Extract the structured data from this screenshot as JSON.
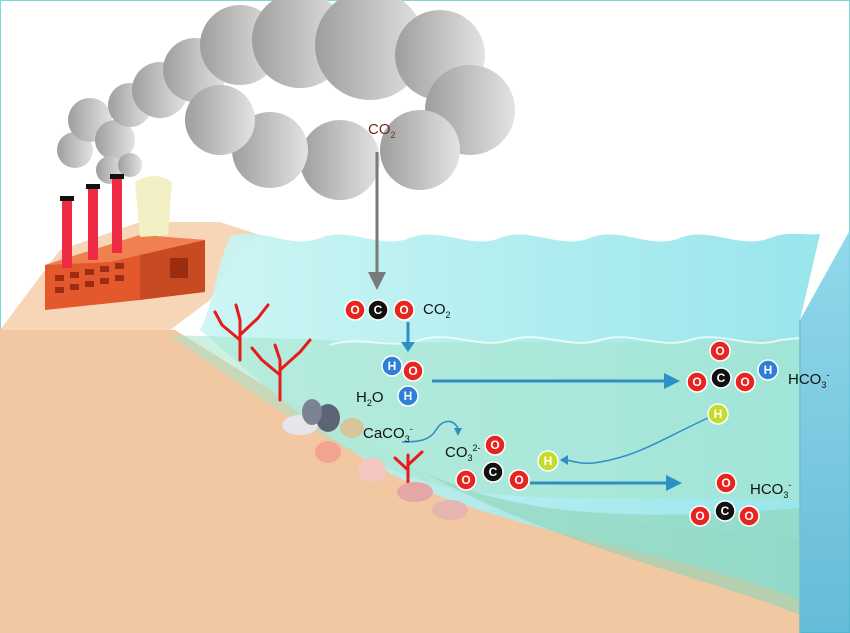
{
  "colors": {
    "oxygen": "#e8241f",
    "carbon": "#111111",
    "hydrogen": "#2f7fd6",
    "free_hydrogen": "#c6dc2a",
    "water": "#8fe6e6",
    "land": "#f2cba6",
    "smoke": "#c4c4c4",
    "factory": "#e0552c",
    "arrow": "#2d8fc4"
  },
  "atom_letters": {
    "oxygen": "O",
    "carbon": "C",
    "hydrogen": "H"
  },
  "labels": {
    "co2_cloud": {
      "main": "CO",
      "sub": "2",
      "sup": ""
    },
    "co2_surface": {
      "main": "CO",
      "sub": "2",
      "sup": ""
    },
    "h2o": {
      "main": "H",
      "sub": "2",
      "tail": "O"
    },
    "caco3": {
      "main": "CaCO",
      "sub": "3",
      "sup": "-"
    },
    "co3": {
      "main": "CO",
      "sub": "3",
      "sup": "2-"
    },
    "hco3_top": {
      "main": "HCO",
      "sub": "3",
      "sup": "-"
    },
    "hco3_bottom": {
      "main": "HCO",
      "sub": "3",
      "sup": "-"
    }
  }
}
